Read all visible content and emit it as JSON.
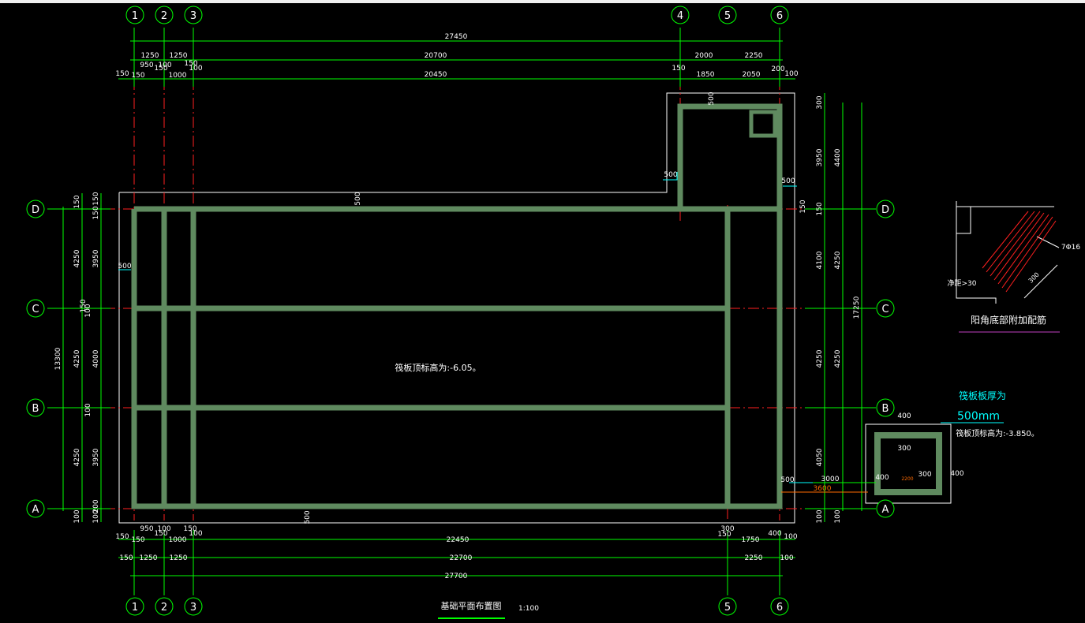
{
  "colors": {
    "dim": "#00ff00",
    "axis": "#ff2020",
    "beam": "#5f8a5f",
    "outline": "#ffffff",
    "cyan": "#00ffff",
    "bubble": "#00ff00",
    "orange": "#ff6a00",
    "magenta": "#c040c0"
  },
  "axes": {
    "top": [
      "1",
      "2",
      "3",
      "4",
      "5",
      "6"
    ],
    "bottom": [
      "1",
      "2",
      "3",
      "5",
      "6"
    ],
    "rows": [
      "D",
      "C",
      "B",
      "A"
    ]
  },
  "dims": {
    "top_total": "27450",
    "top_row2": [
      "1250",
      "950",
      "100",
      "1250",
      "20700",
      "2000",
      "2250"
    ],
    "top_row3": [
      "150",
      "150",
      "150",
      "1000",
      "100",
      "150",
      "20450",
      "150",
      "1850",
      "2050",
      "200",
      "100"
    ],
    "bot_row1": [
      "950",
      "100",
      "150",
      "22450",
      "300",
      "150",
      "1750",
      "400",
      "100"
    ],
    "bot_row1b": [
      "150",
      "150",
      "150",
      "1000",
      "100"
    ],
    "bot_row2": [
      "150",
      "1250",
      "1250",
      "22700",
      "2250",
      "100"
    ],
    "bot_total": "27700",
    "left_outer": "13300",
    "left_mid": [
      "4250",
      "4250",
      "4250"
    ],
    "left_inner": [
      "3950",
      "4000",
      "3950"
    ],
    "left_small": [
      "150",
      "150",
      "150",
      "100",
      "150",
      "100",
      "200",
      "100",
      "100"
    ],
    "right_inner": [
      "3950",
      "4100",
      "4250",
      "4050"
    ],
    "right_mid": [
      "4400",
      "4250",
      "4250"
    ],
    "right_outer": "17250",
    "right_small": [
      "300",
      "150",
      "150",
      "100",
      "100"
    ],
    "pit_lbls": [
      "400",
      "300",
      "400",
      "300",
      "400",
      "2200"
    ],
    "extra": [
      "3000",
      "3600"
    ],
    "five_hundreds": [
      "500",
      "500",
      "500",
      "500",
      "500",
      "500"
    ]
  },
  "labels": {
    "slab_elev": "筏板顶标高为:-6.05。",
    "raft_thick_title": "筏板板厚为",
    "raft_thick_value": "500mm",
    "pit_elev": "筏板顶标高为:-3.850。",
    "drawing_title": "基础平面布置图",
    "drawing_scale": "1:100",
    "detail_title": "阳角底部附加配筋",
    "detail_rebar": "7Φ16",
    "detail_note": "净距>30",
    "detail_dim": "300"
  }
}
